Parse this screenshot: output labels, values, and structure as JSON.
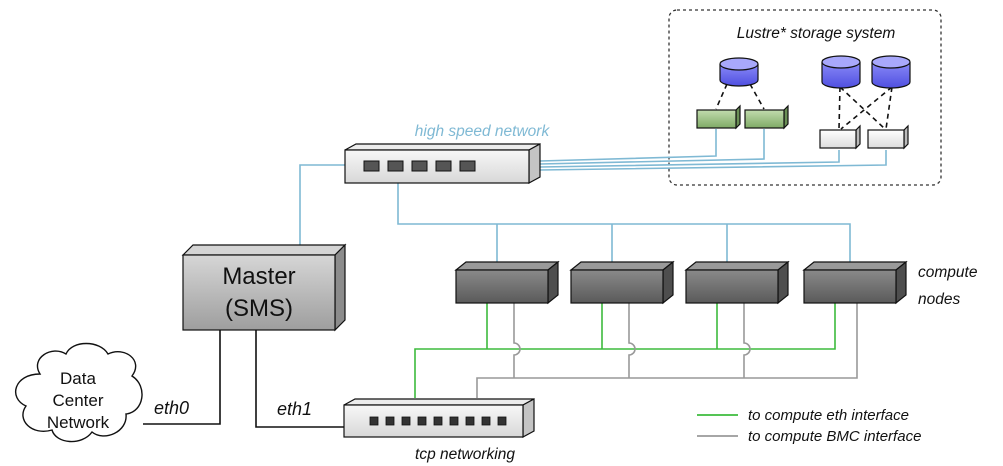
{
  "colors": {
    "high_speed": "#7fb9d4",
    "eth_line": "#3dbb3d",
    "bmc_line": "#999999",
    "wire": "#222222",
    "storage_disk": "#6b6bf0",
    "storage_server_green": "#9ec48a",
    "node_fill": "#6e6e6e",
    "master_fill": "#b5b5b5"
  },
  "labels": {
    "storage_title": "Lustre* storage system",
    "high_speed_network": "high speed network",
    "master_line1": "Master",
    "master_line2": "(SMS)",
    "cloud_line1": "Data",
    "cloud_line2": "Center",
    "cloud_line3": "Network",
    "eth0": "eth0",
    "eth1": "eth1",
    "compute_line1": "compute",
    "compute_line2": "nodes",
    "tcp_networking": "tcp networking"
  },
  "legend": [
    {
      "label": "to compute eth interface",
      "color": "#3dbb3d"
    },
    {
      "label": "to compute BMC interface",
      "color": "#999999"
    }
  ],
  "icons": {
    "storage_disks": "cylinder-icon",
    "oss_servers": "server-icon",
    "switches": "network-switch-icon",
    "compute_nodes": "compute-node-icon",
    "master": "master-server-icon",
    "cloud": "cloud-icon"
  }
}
